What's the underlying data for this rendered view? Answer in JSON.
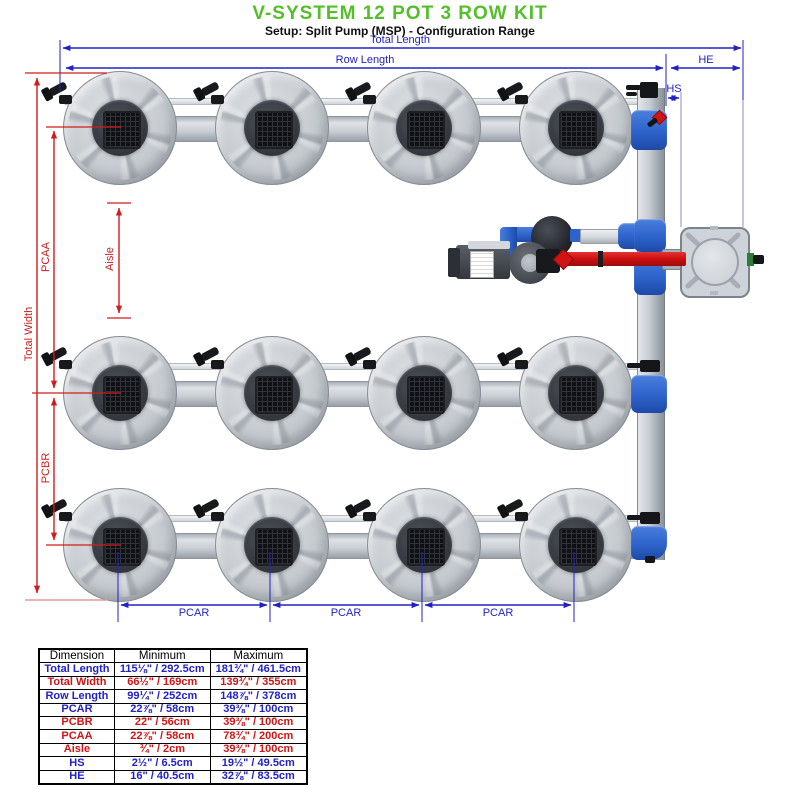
{
  "title": "V-SYSTEM 12 POT 3 ROW KIT",
  "subtitle": "Setup: Split Pump (MSP) - Configuration Range",
  "colors": {
    "title_green": "#53c02a",
    "dimension_blue": "#2222c4",
    "dimension_red": "#cf1d1d",
    "pipe_blue": "#2d63cb",
    "pipe_red": "#d31212"
  },
  "labels": {
    "total_length": "Total Length",
    "row_length": "Row Length",
    "he": "HE",
    "hs": "HS",
    "total_width": "Total Width",
    "pcaa": "PCAA",
    "pcbr": "PCBR",
    "aisle": "Aisle",
    "pcar": "PCAR"
  },
  "table": {
    "headers": [
      "Dimension",
      "Minimum",
      "Maximum"
    ],
    "rows": [
      {
        "dimension": "Total Length",
        "min": "115⅛\" / 292.5cm",
        "max": "181¾\" / 461.5cm"
      },
      {
        "dimension": "Total Width",
        "min": "66½\" / 169cm",
        "max": "139¾\" / 355cm"
      },
      {
        "dimension": "Row Length",
        "min": "99¼\" / 252cm",
        "max": "148⅞\" / 378cm"
      },
      {
        "dimension": "PCAR",
        "min": "22⅞\" / 58cm",
        "max": "39⅜\" / 100cm"
      },
      {
        "dimension": "PCBR",
        "min": "22\" / 56cm",
        "max": "39⅜\" / 100cm"
      },
      {
        "dimension": "PCAA",
        "min": "22⅞\" / 58cm",
        "max": "78¾\" / 200cm"
      },
      {
        "dimension": "Aisle",
        "min": "¾\" / 2cm",
        "max": "39⅜\" / 100cm"
      },
      {
        "dimension": "HS",
        "min": "2½\" / 6.5cm",
        "max": "19½\" / 49.5cm"
      },
      {
        "dimension": "HE",
        "min": "16\" / 40.5cm",
        "max": "32⅞\" / 83.5cm"
      }
    ]
  }
}
